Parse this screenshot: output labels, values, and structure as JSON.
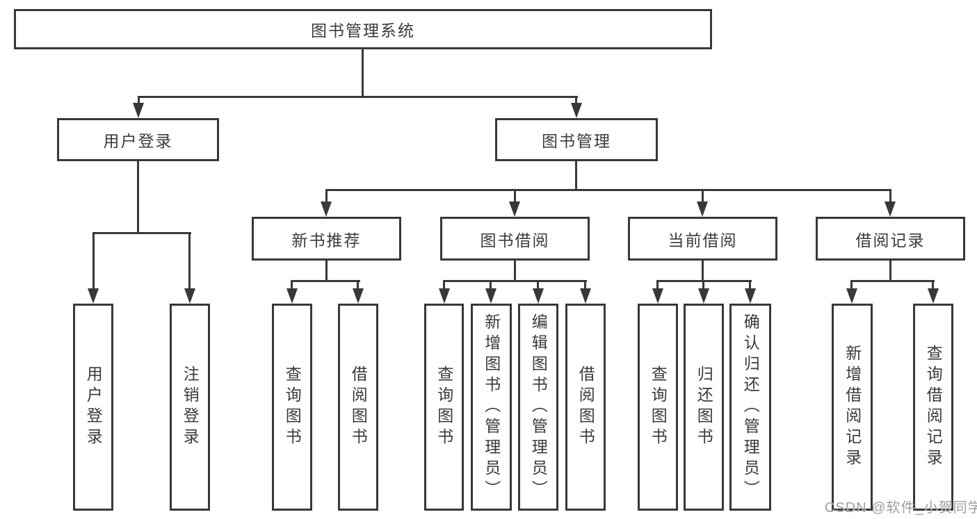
{
  "diagram": {
    "root": {
      "label": "图书管理系统"
    },
    "level2": [
      {
        "label": "用户登录"
      },
      {
        "label": "图书管理"
      }
    ],
    "level3": [
      {
        "label": "新书推荐"
      },
      {
        "label": "图书借阅"
      },
      {
        "label": "当前借阅"
      },
      {
        "label": "借阅记录"
      }
    ],
    "leaves": {
      "login": [
        "用户登录",
        "注销登录"
      ],
      "recommend": [
        "查询图书",
        "借阅图书"
      ],
      "borrow": [
        "查询图书",
        "新增图书（管理员）",
        "编辑图书（管理员）",
        "借阅图书"
      ],
      "current": [
        "查询图书",
        "归还图书",
        "确认归还（管理员）"
      ],
      "records": [
        "新增借阅记录",
        "查询借阅记录"
      ]
    }
  },
  "watermark": "CSDN @软件_小贺同学",
  "colors": {
    "line": "#383838",
    "text": "#3a3a3a",
    "watermark": "#9e9e9e",
    "background": "#ffffff"
  }
}
